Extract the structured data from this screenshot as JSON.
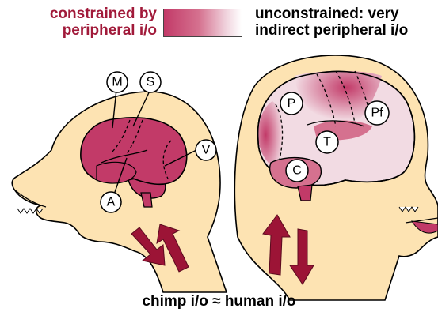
{
  "legend": {
    "constrained_line1": "constrained by",
    "constrained_line2": "peripheral i/o",
    "unconstrained_line1": "unconstrained: very",
    "unconstrained_line2": "indirect peripheral i/o"
  },
  "chimp_labels": {
    "motor": "M",
    "somatosensory": "S",
    "visual": "V",
    "auditory": "A"
  },
  "human_labels": {
    "parietal": "P",
    "prefrontal": "Pf",
    "temporal": "T",
    "cerebellum": "C"
  },
  "caption": "chimp i/o ≈ human i/o",
  "colors": {
    "constrained": "#c23a68",
    "skin": "#fde3b2",
    "arrow": "#9c1436",
    "pale_cortex": "#f2dbe3"
  }
}
